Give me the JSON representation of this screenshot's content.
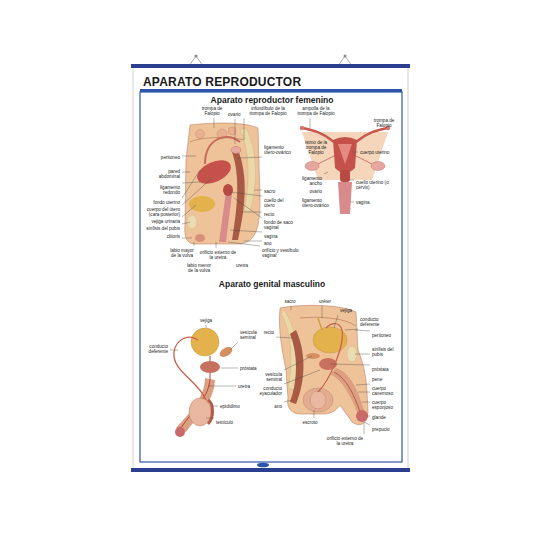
{
  "diagram": {
    "title": "APARATO REPRODUCTOR",
    "labels": [
      "Aparato reproductor femenino",
      "trompa de Falopio",
      "ovario",
      "infundíbulo de la trompa de Falopio",
      "peritoneo",
      "pared abdominal",
      "ligamento redondo",
      "fondo uterino",
      "cuerpo del útero (cara posterior)",
      "vejiga urinaria",
      "sínfisis del pubis",
      "clítoris",
      "labio mayor de la vulva",
      "labio menor de la vulva",
      "orificio externo de la uretra",
      "uretra",
      "orificio y vestíbulo vaginal",
      "ano",
      "vagina",
      "fondo de saco vaginal",
      "recto",
      "cuello del útero",
      "sacro",
      "ligamento útero-ovárico",
      "ampolla de la trompa de Falopio",
      "trompa de Falopio",
      "istmo de la trompa de Falopio",
      "cuerpo uterino",
      "ligamento ancho",
      "ovario",
      "ligamento útero-ovárico",
      "cuello uterino (o cérvix)",
      "vagina",
      "Aparato genital masculino",
      "vejiga",
      "vesícula seminal",
      "conducto deferente",
      "próstata",
      "uretra",
      "epidídimo",
      "testículo",
      "sacro",
      "uréter",
      "vejiga",
      "recto",
      "conducto deferente",
      "peritoneo",
      "sínfisis del pubis",
      "próstata",
      "pene",
      "cuerpo cavernoso",
      "cuerpo esponjoso",
      "glande",
      "prepucio",
      "vesícula seminal",
      "conducto eyaculador",
      "ano",
      "escroto",
      "orificio externo de la uretra"
    ]
  }
}
